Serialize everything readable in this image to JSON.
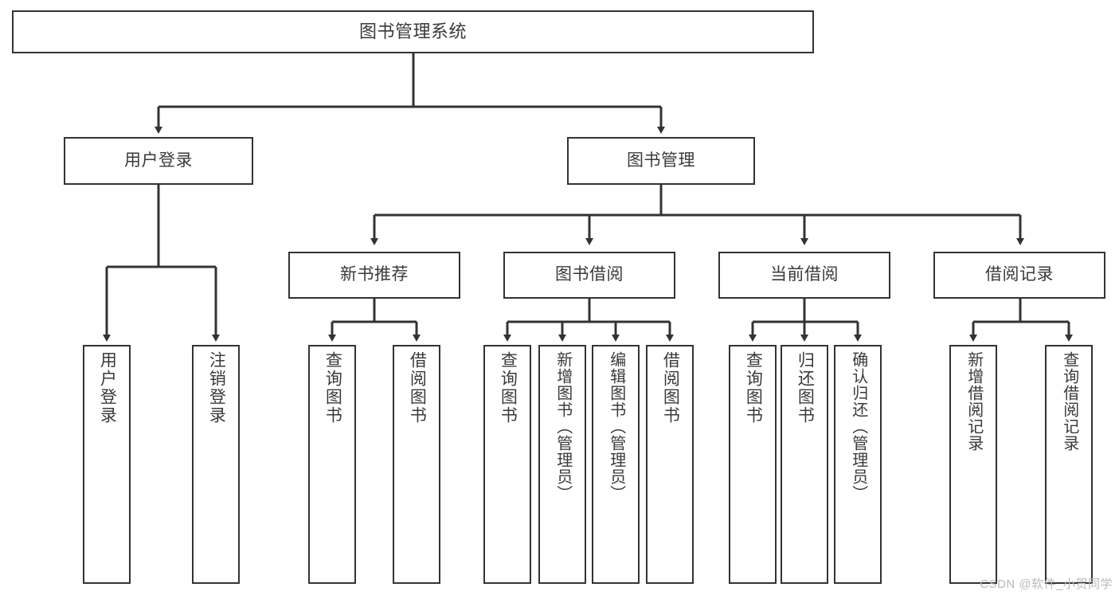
{
  "diagram": {
    "title": "图书管理系统",
    "type": "tree",
    "root": {
      "id": "root",
      "label": "图书管理系统",
      "orientation": "horizontal"
    },
    "level2": [
      {
        "id": "user-login",
        "label": "用户登录",
        "orientation": "horizontal"
      },
      {
        "id": "book-management",
        "label": "图书管理",
        "orientation": "horizontal"
      }
    ],
    "level3": [
      {
        "id": "new-book-recommend",
        "label": "新书推荐",
        "orientation": "horizontal",
        "parent": "book-management"
      },
      {
        "id": "book-borrow",
        "label": "图书借阅",
        "orientation": "horizontal",
        "parent": "book-management"
      },
      {
        "id": "current-borrow",
        "label": "当前借阅",
        "orientation": "horizontal",
        "parent": "book-management"
      },
      {
        "id": "borrow-record",
        "label": "借阅记录",
        "orientation": "horizontal",
        "parent": "book-management"
      }
    ],
    "leaves": [
      {
        "id": "leaf-user-login",
        "label": "用户登录",
        "parent": "user-login"
      },
      {
        "id": "leaf-logout-login",
        "label": "注销登录",
        "parent": "user-login"
      },
      {
        "id": "leaf-query-book-1",
        "label": "查询图书",
        "parent": "new-book-recommend"
      },
      {
        "id": "leaf-borrow-book-1",
        "label": "借阅图书",
        "parent": "new-book-recommend"
      },
      {
        "id": "leaf-query-book-2",
        "label": "查询图书",
        "parent": "book-borrow"
      },
      {
        "id": "leaf-add-book",
        "label": "新增图书（管理员）",
        "parent": "book-borrow"
      },
      {
        "id": "leaf-edit-book",
        "label": "编辑图书（管理员）",
        "parent": "book-borrow"
      },
      {
        "id": "leaf-borrow-book-2",
        "label": "借阅图书",
        "parent": "book-borrow"
      },
      {
        "id": "leaf-query-book-3",
        "label": "查询图书",
        "parent": "current-borrow"
      },
      {
        "id": "leaf-return-book",
        "label": "归还图书",
        "parent": "current-borrow"
      },
      {
        "id": "leaf-confirm-return",
        "label": "确认归还（管理员）",
        "parent": "current-borrow"
      },
      {
        "id": "leaf-add-record",
        "label": "新增借阅记录",
        "parent": "borrow-record"
      },
      {
        "id": "leaf-query-record",
        "label": "查询借阅记录",
        "parent": "borrow-record"
      }
    ]
  },
  "watermark": {
    "text": "CSDN @软件_小贺同学"
  },
  "colors": {
    "stroke": "#333333",
    "text": "#3a3a3a",
    "background": "#ffffff",
    "watermark": "#b9b9b9"
  }
}
